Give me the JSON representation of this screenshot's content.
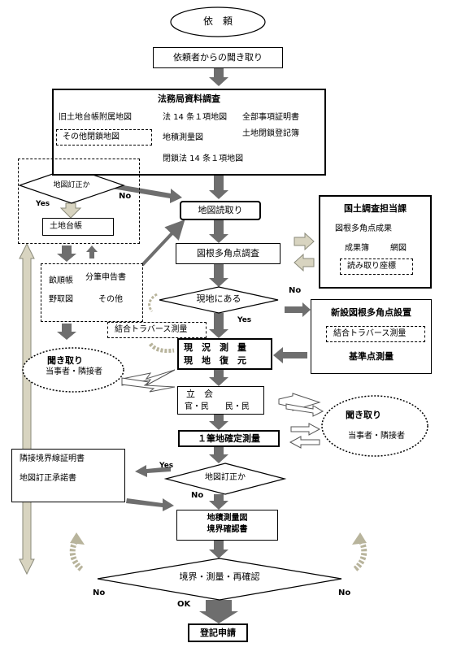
{
  "nodes": {
    "request": "依　頼",
    "hearing_client": "依頼者からの聞き取り",
    "legal_survey": {
      "title": "法務局資料調査",
      "items": [
        "旧土地台帳附属地図",
        "法 14 条１項地図",
        "全部事項証明書",
        "その他閉鎖地図",
        "地積測量図",
        "土地閉鎖登記簿",
        "閉鎖法 14 条１項地図"
      ]
    },
    "map_correction_1": "地図訂正か",
    "land_ledger": "土地台帳",
    "old_docs": [
      "畝順帳",
      "分筆申告書",
      "野取図",
      "その他"
    ],
    "map_reading": "地図読取り",
    "reference_points": "図根多角点調査",
    "gov_dept": {
      "title": "国土調査担当課",
      "items": [
        "図根多角点成果",
        "成果簿",
        "網図",
        "読み取り座標"
      ]
    },
    "on_site": "現地にある",
    "new_points": {
      "title": "新設図根多角点設置",
      "traverse": "結合トラバース測量",
      "base": "基準点測量"
    },
    "traverse_left": "結合トラバース測量",
    "hearing_left": {
      "title": "聞き取り",
      "who": "当事者・隣接者"
    },
    "current_survey": [
      "現　況　測　量",
      "現　地　復　元"
    ],
    "witness": {
      "title": "立　会",
      "sub": "官・民　　民・民"
    },
    "hearing_right": {
      "title": "聞き取り",
      "who": "当事者・隣接者"
    },
    "parcel_survey": "１筆地確定測量",
    "map_correction_2": "地図訂正か",
    "neighbor_docs": [
      "隣接境界線証明書",
      "地図訂正承諾書"
    ],
    "survey_map": [
      "地積測量図",
      "境界確認書"
    ],
    "reconfirm": "境界・測量・再確認",
    "registration": "登記申請"
  },
  "labels": {
    "yes": "Yes",
    "no": "No",
    "ok": "OK"
  },
  "colors": {
    "arrow": "#6e6e6e",
    "hollow_arrow": "#d8d4c0",
    "line": "#000000"
  }
}
